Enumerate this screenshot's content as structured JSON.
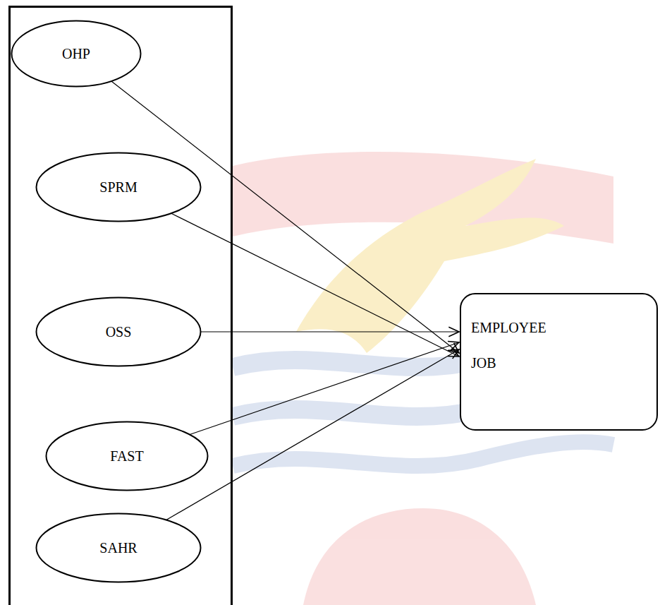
{
  "diagram": {
    "nodes": [
      {
        "text": []
      },
      {
        "text": [
          "OHP"
        ],
        "in": 0
      },
      {
        "text": [
          "SPRM"
        ],
        "in": 0
      },
      {
        "text": [
          "OSS"
        ],
        "in": 0
      },
      {
        "text": [
          "FAST"
        ],
        "in": 0
      },
      {
        "text": [
          "SAHR"
        ],
        "in": 0
      },
      {
        "text": [
          "EMPLOYEE JOB"
        ]
      }
    ],
    "edges": [
      {
        "from": 1,
        "to": 6,
        "arrow": "to"
      },
      {
        "from": 2,
        "to": 6,
        "arrow": "to"
      },
      {
        "from": 3,
        "to": 6,
        "arrow": "to"
      },
      {
        "from": 4,
        "to": 6,
        "arrow": "to"
      },
      {
        "from": 5,
        "to": 6,
        "arrow": "to"
      }
    ]
  }
}
